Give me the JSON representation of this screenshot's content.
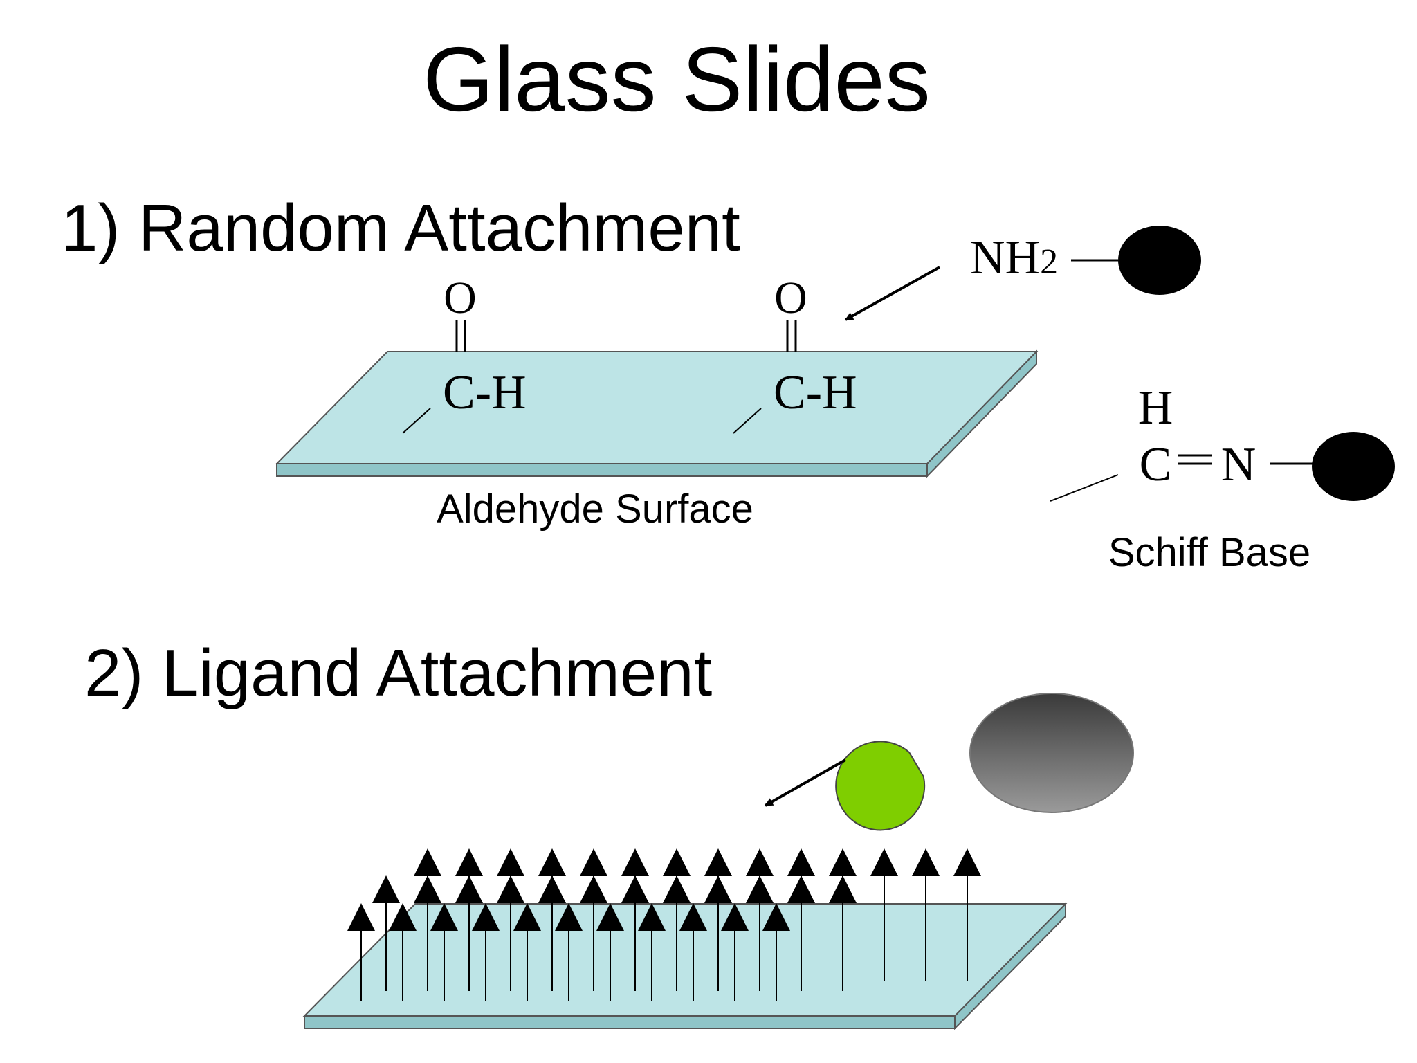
{
  "title": "Glass Slides",
  "section1": {
    "heading": "1) Random Attachment",
    "oxygen_label": "O",
    "ch_label": "C-H",
    "surface_caption": "Aldehyde Surface",
    "reagent_prefix": "NH",
    "reagent_subscript": "2",
    "product_h": "H",
    "product_c": "C",
    "product_n": "N",
    "product_caption": "Schiff Base"
  },
  "section2": {
    "heading": "2) Ligand Attachment",
    "ligand_count": 37
  },
  "colors": {
    "slide_top": "#bde4e6",
    "slide_side": "#8fc5c8",
    "ligand_green": "#7fce00",
    "protein_dark": "#3a3a3a",
    "protein_light": "#9a9a9a"
  }
}
